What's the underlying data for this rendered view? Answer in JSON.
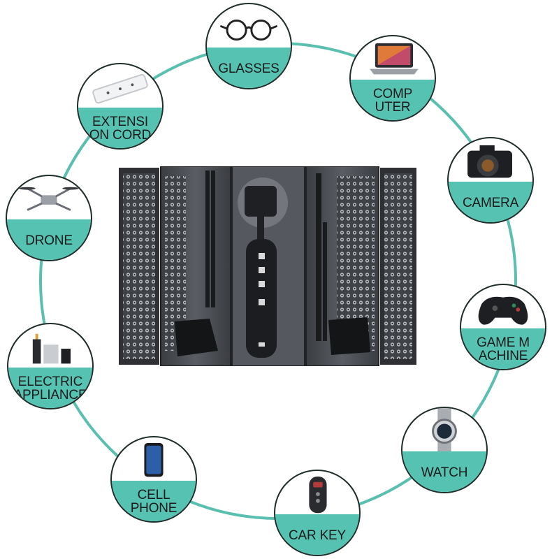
{
  "product": {
    "name": "precision screwdriver set",
    "colors": {
      "teal": "#56c3b2",
      "ring": "#5bbfb0",
      "case": "#4a4d52",
      "dark": "#1e1f22"
    }
  },
  "applications": [
    {
      "label": "GLASSES",
      "icon": "glasses-icon"
    },
    {
      "label": "COMP\nUTER",
      "icon": "laptop-icon"
    },
    {
      "label": "CAMERA",
      "icon": "camera-icon"
    },
    {
      "label": "GAME M\nACHINE",
      "icon": "gamepad-icon"
    },
    {
      "label": "WATCH",
      "icon": "watch-icon"
    },
    {
      "label": "CAR KEY",
      "icon": "car-key-icon"
    },
    {
      "label": "CELL\nPHONE",
      "icon": "phone-icon"
    },
    {
      "label": "ELECTRIC\nAPPLIANCE",
      "icon": "appliance-icon"
    },
    {
      "label": "DRONE",
      "icon": "drone-icon"
    },
    {
      "label": "EXTENSI\nON CORD",
      "icon": "extension-cord-icon"
    }
  ]
}
